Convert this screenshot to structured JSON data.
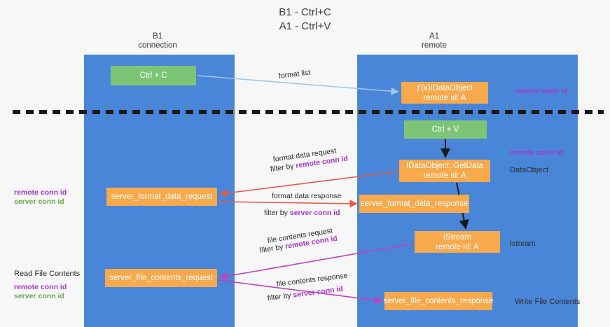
{
  "title": {
    "line1": "B1 - Ctrl+C",
    "line2": "A1 - Ctrl+V"
  },
  "columns": [
    {
      "name": "B1",
      "sub": "connection"
    },
    {
      "name": "A1",
      "sub": "remote"
    }
  ],
  "boxes": {
    "ctrl_c": {
      "label": "Ctrl + C",
      "color": "#7cc576"
    },
    "idataobject_top": {
      "line1": "ƒ(x)IDataObject",
      "line2": "remote id: A",
      "color": "#f7a94c"
    },
    "ctrl_v": {
      "label": "Ctrl + V",
      "color": "#7cc576"
    },
    "getdata": {
      "line1": "IDataObject::GetData",
      "line2": "remote id: A",
      "color": "#f7a94c"
    },
    "server_format_data_request": {
      "label": "server_format_data_request",
      "color": "#f7a94c"
    },
    "server_format_data_response": {
      "label": "server_format_data_response",
      "color": "#f7a94c"
    },
    "istream": {
      "line1": "IStream",
      "line2": "remote id: A",
      "color": "#f7a94c"
    },
    "server_file_contents_request": {
      "label": "server_file_contents_request",
      "color": "#f7a94c"
    },
    "server_file_contents_response": {
      "label": "server_file_contents_response",
      "color": "#f7a94c"
    }
  },
  "edges": {
    "format_list": "format list",
    "format_data_request": "format data request",
    "format_data_request_filter_prefix": "filter by ",
    "format_data_request_filter_key": "remote conn id",
    "format_data_response": "format data response",
    "format_data_response_filter_prefix": "filter by ",
    "format_data_response_filter_key": "server conn id",
    "file_contents_request": "file contents request",
    "file_contents_request_filter_prefix": "filter by ",
    "file_contents_request_filter_key": "remote conn id",
    "file_contents_response": "file contents response",
    "file_contents_response_filter_prefix": "filter by ",
    "file_contents_response_filter_key": "server conn id"
  },
  "annotations": {
    "right_remote_conn_id_top": "remote conn id",
    "right_remote_conn_id_mid": "remote conn id",
    "right_dataobject": "DataObject",
    "right_istream": "Istream",
    "right_write_file_contents": "Write File Contents",
    "left_remote_conn_id_mid": "remote conn id",
    "left_server_conn_id_mid": "server conn id",
    "left_read_file_contents": "Read File Contents",
    "left_remote_conn_id_bottom": "remote conn id",
    "left_server_conn_id_bottom": "server conn id"
  },
  "colors": {
    "lane": "#4a86d8",
    "green_box": "#7cc576",
    "orange_box": "#f7a94c",
    "purple_text": "#a833c8",
    "green_text": "#6aa84f",
    "arrow_light_blue": "#9fc5e8",
    "arrow_red": "#e8594a",
    "arrow_magenta": "#c040c0",
    "arrow_black": "#1a1a1a",
    "divider": "#1a1a1a",
    "background": "#f7f7f7"
  }
}
